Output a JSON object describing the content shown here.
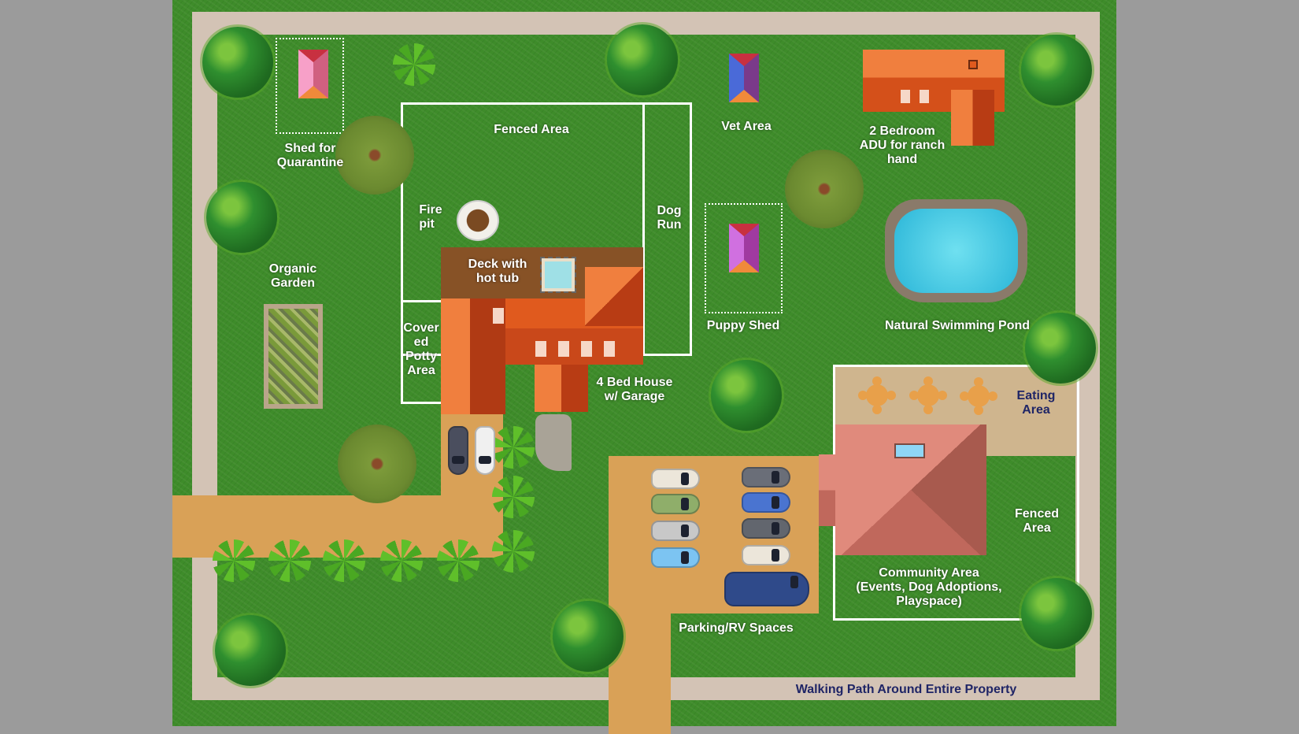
{
  "labels": {
    "shed_quarantine": "Shed for\nQuarantine",
    "fenced_area_main": "Fenced Area",
    "vet_area": "Vet Area",
    "adu": "2 Bedroom\nADU for ranch\nhand",
    "fire_pit": "Fire\npit",
    "dog_run": "Dog\nRun",
    "organic_garden": "Organic\nGarden",
    "deck": "Deck with\nhot tub",
    "puppy_shed": "Puppy Shed",
    "pond": "Natural Swimming Pond",
    "potty": "Cover\ned\nPotty\nArea",
    "house": "4 Bed House\nw/ Garage",
    "eating": "Eating\nArea",
    "fenced_area_community": "Fenced\nArea",
    "community": "Community Area\n(Events, Dog Adoptions,\nPlayspace)",
    "parking": "Parking/RV Spaces",
    "walking_path": "Walking Path Around Entire Property"
  },
  "colors": {
    "grass": "#3e8c2a",
    "path": "#d3c3b5",
    "dirt": "#d9a157",
    "roof": "#e05a1e",
    "community_roof": "#d9786a",
    "label_navy": "#1f2566"
  }
}
